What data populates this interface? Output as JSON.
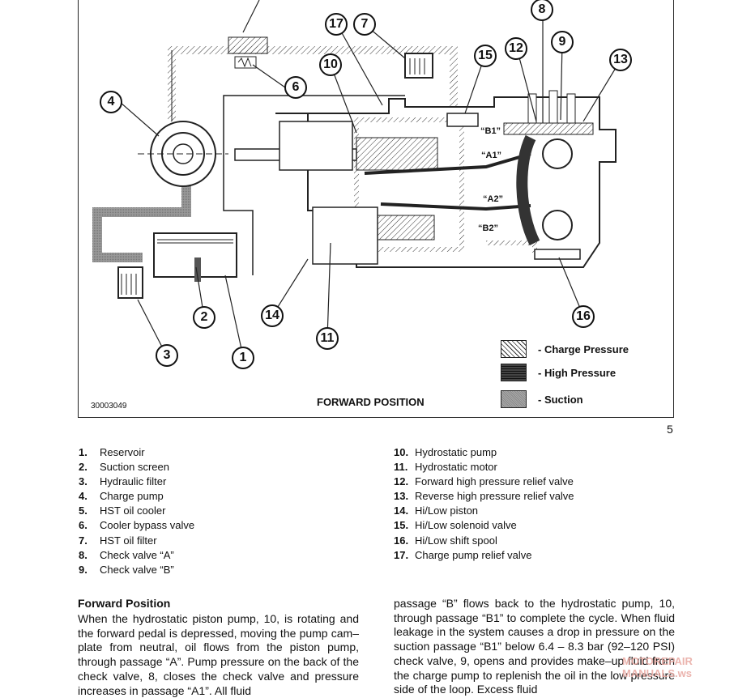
{
  "figure": {
    "code": "30003049",
    "title": "FORWARD POSITION",
    "page_number": "5",
    "callouts": [
      "1",
      "2",
      "3",
      "4",
      "6",
      "7",
      "8",
      "9",
      "10",
      "11",
      "12",
      "13",
      "14",
      "15",
      "16",
      "17"
    ],
    "passages": {
      "b1": "“B1”",
      "a1": "“A1”",
      "a2": "“A2”",
      "b2": "“B2”"
    },
    "legend": [
      {
        "label": "- Charge Pressure"
      },
      {
        "label": "- High Pressure"
      },
      {
        "label": "- Suction"
      }
    ]
  },
  "parts_left": [
    {
      "num": "1.",
      "name": "Reservoir"
    },
    {
      "num": "2.",
      "name": "Suction screen"
    },
    {
      "num": "3.",
      "name": "Hydraulic filter"
    },
    {
      "num": "4.",
      "name": "Charge pump"
    },
    {
      "num": "5.",
      "name": "HST oil cooler"
    },
    {
      "num": "6.",
      "name": "Cooler bypass valve"
    },
    {
      "num": "7.",
      "name": "HST oil filter"
    },
    {
      "num": "8.",
      "name": "Check valve “A”"
    },
    {
      "num": "9.",
      "name": "Check valve “B”"
    }
  ],
  "parts_right": [
    {
      "num": "10.",
      "name": "Hydrostatic pump"
    },
    {
      "num": "11.",
      "name": "Hydrostatic motor"
    },
    {
      "num": "12.",
      "name": "Forward high pressure relief valve"
    },
    {
      "num": "13.",
      "name": "Reverse high pressure relief valve"
    },
    {
      "num": "14.",
      "name": "Hi/Low piston"
    },
    {
      "num": "15.",
      "name": "Hi/Low solenoid valve"
    },
    {
      "num": "16.",
      "name": "Hi/Low shift spool"
    },
    {
      "num": "17.",
      "name": "Charge pump relief valve"
    }
  ],
  "section": {
    "title": "Forward Position",
    "col1": "When the hydrostatic piston pump, 10, is rotating and the forward pedal is depressed, moving the pump cam–plate from neutral, oil flows from the piston pump, through passage “A”. Pump pressure on the back of the check valve, 8, closes the check valve and pressure increases in passage “A1”. All fluid",
    "col2": "passage “B” flows back to the hydrostatic pump, 10, through passage “B1” to complete the cycle. When fluid leakage in the system causes a drop in pressure on the suction passage “B1” below 6.4 – 8.3 bar (92–120 PSI) check valve, 9, opens and provides make–up fluid from the charge pump to replenish the oil in the low pressure side of the loop. Excess fluid"
  },
  "watermark": {
    "line1": "MOTOREPAIR",
    "line2": "MANUALS.ws"
  }
}
